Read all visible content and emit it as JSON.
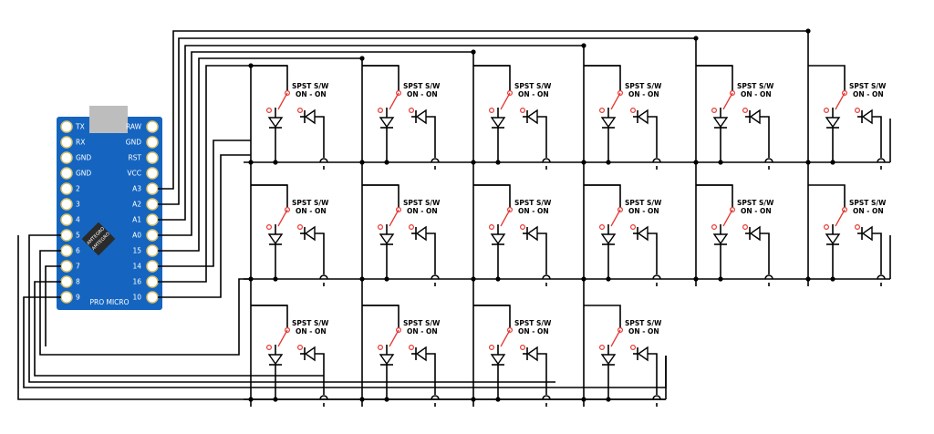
{
  "board": {
    "name": "PRO MICRO",
    "chip_text": [
      "AMTEGRO",
      "AMTEGRO"
    ],
    "left_pins": [
      "TX",
      "RX",
      "GND",
      "GND",
      "2",
      "3",
      "4",
      "5",
      "6",
      "7",
      "8",
      "9"
    ],
    "right_pins": [
      "RAW",
      "GND",
      "RST",
      "VCC",
      "A3",
      "A2",
      "A1",
      "A0",
      "15",
      "14",
      "16",
      "10"
    ]
  },
  "switch": {
    "line1": "SPST S/W",
    "line2": "ON - ON"
  },
  "matrix": {
    "rows": [
      6,
      6,
      4
    ]
  },
  "colors": {
    "board": "#1565c0",
    "pin_fill": "#ffffff",
    "pin_stroke": "#d8c26a",
    "usb": "#bdbdbd",
    "wire": "#000000",
    "switch": "#e53935"
  }
}
